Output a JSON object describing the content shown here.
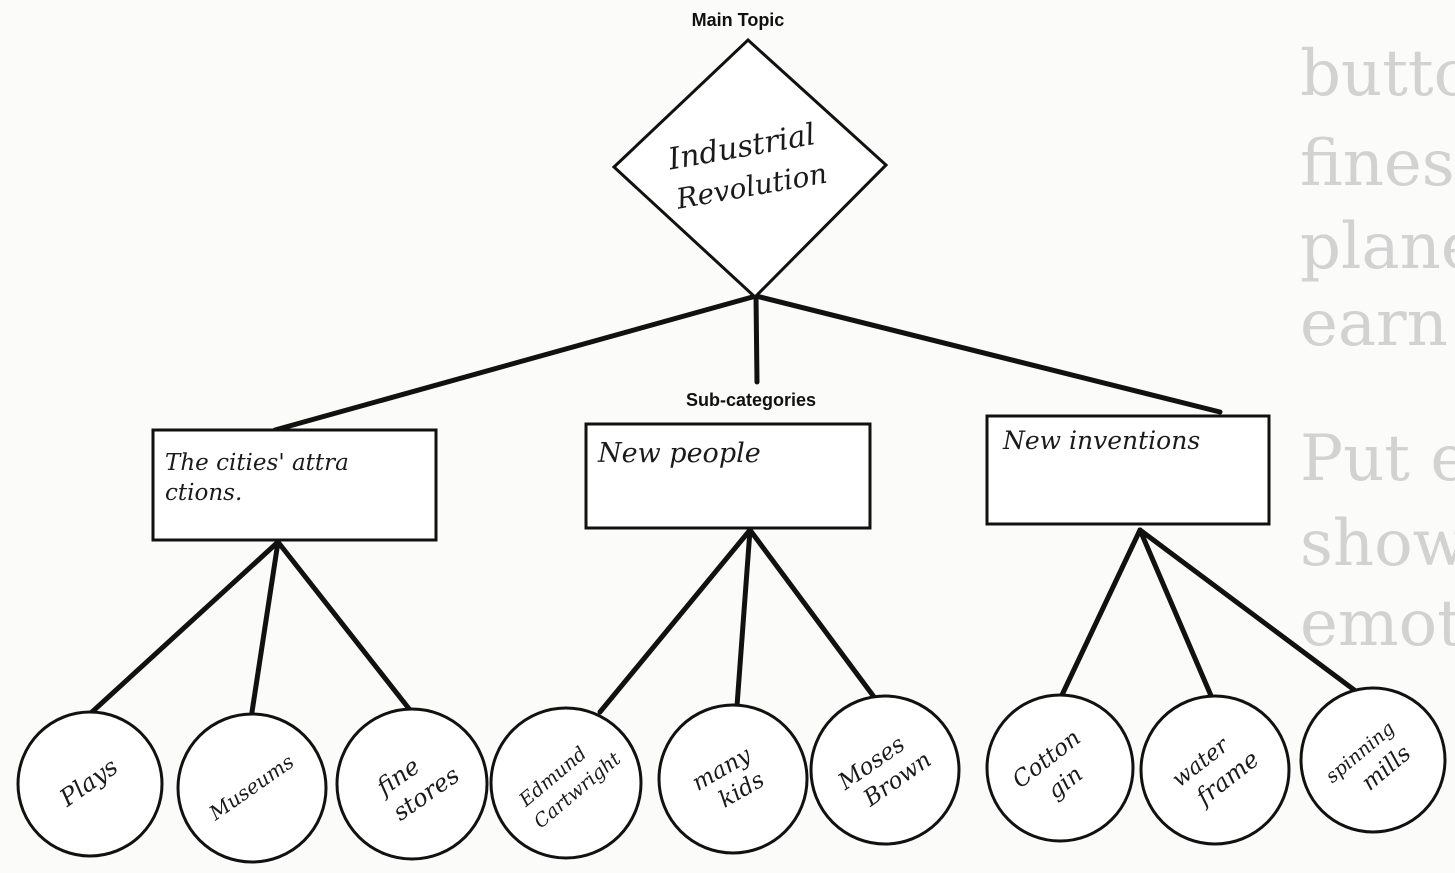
{
  "labels": {
    "main_topic": "Main Topic",
    "sub_categories": "Sub-categories"
  },
  "main": {
    "line1": "Industrial",
    "line2": "Revolution"
  },
  "subcategories": [
    {
      "line1": "The cities' attra",
      "line2": "ctions.",
      "details": [
        {
          "line1": "Plays",
          "line2": ""
        },
        {
          "line1": "Museums",
          "line2": ""
        },
        {
          "line1": "fine",
          "line2": "stores"
        }
      ]
    },
    {
      "line1": "New people",
      "line2": "",
      "details": [
        {
          "line1": "Edmund",
          "line2": "Cartwright"
        },
        {
          "line1": "many",
          "line2": "kids"
        },
        {
          "line1": "Moses",
          "line2": "Brown"
        }
      ]
    },
    {
      "line1": "New inventions",
      "line2": "",
      "details": [
        {
          "line1": "Cotton",
          "line2": "gin"
        },
        {
          "line1": "water",
          "line2": "frame"
        },
        {
          "line1": "spinning",
          "line2": "mills"
        }
      ]
    }
  ],
  "background_text": [
    "butto",
    "fines",
    "plane",
    "earn",
    "Put e",
    "show",
    "emot"
  ]
}
